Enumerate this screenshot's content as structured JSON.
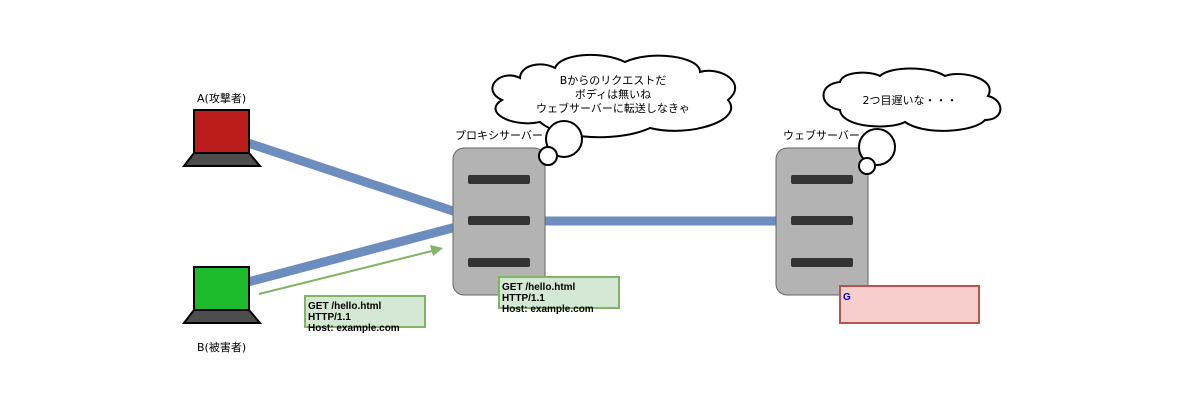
{
  "nodes": {
    "attacker": {
      "label": "A(攻撃者)",
      "screen_color": "#bb1c1c"
    },
    "victim": {
      "label": "B(被害者)",
      "screen_color": "#1cbb2c"
    },
    "proxy": {
      "label": "プロキシサーバー"
    },
    "web": {
      "label": "ウェブサーバー"
    }
  },
  "thoughts": {
    "proxy": {
      "lines": [
        "Bからのリクエストだ",
        "ボディは無いね",
        "ウェブサーバーに転送しなきゃ"
      ]
    },
    "web": {
      "text": "2つ目遅いな・・・"
    }
  },
  "requests": {
    "victim_request": {
      "line1": "GET /hello.html HTTP/1.1",
      "line2": "Host: example.com"
    },
    "proxy_forward": {
      "line1": "GET /hello.html HTTP/1.1",
      "line2": "Host: example.com"
    }
  },
  "response": {
    "text": "G"
  },
  "colors": {
    "link": "#6c8ebf",
    "arrow": "#82b366",
    "server_fill": "#b3b3b3",
    "slot": "#333333"
  }
}
